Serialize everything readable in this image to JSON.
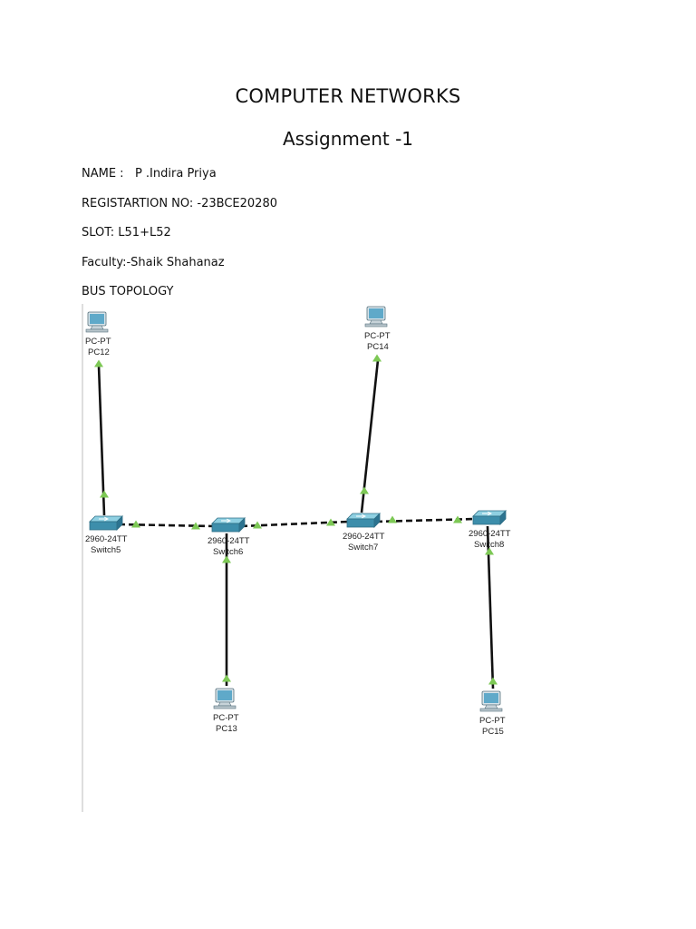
{
  "document": {
    "title": "COMPUTER NETWORKS",
    "subtitle": "Assignment -1",
    "fields": {
      "name": "NAME :   P .Indira Priya",
      "registration": "REGISTARTION NO: -23BCE20280",
      "slot": "SLOT: L51+L52",
      "faculty": "Faculty:-Shaik Shahanaz",
      "topology": "BUS TOPOLOGY"
    }
  },
  "diagram": {
    "switches": [
      {
        "model": "2960-24TT",
        "name": "Switch5"
      },
      {
        "model": "2960-24TT",
        "name": "Switch6"
      },
      {
        "model": "2960-24TT",
        "name": "Switch7"
      },
      {
        "model": "2960-24TT",
        "name": "Switch8"
      }
    ],
    "pcs": [
      {
        "type": "PC-PT",
        "name": "PC12"
      },
      {
        "type": "PC-PT",
        "name": "PC14"
      },
      {
        "type": "PC-PT",
        "name": "PC13"
      },
      {
        "type": "PC-PT",
        "name": "PC15"
      }
    ],
    "colors": {
      "link_up": "#7dc855",
      "switch_body": "#4a9bb5",
      "pc_body": "#5fa9c9",
      "cable": "#111111"
    }
  }
}
